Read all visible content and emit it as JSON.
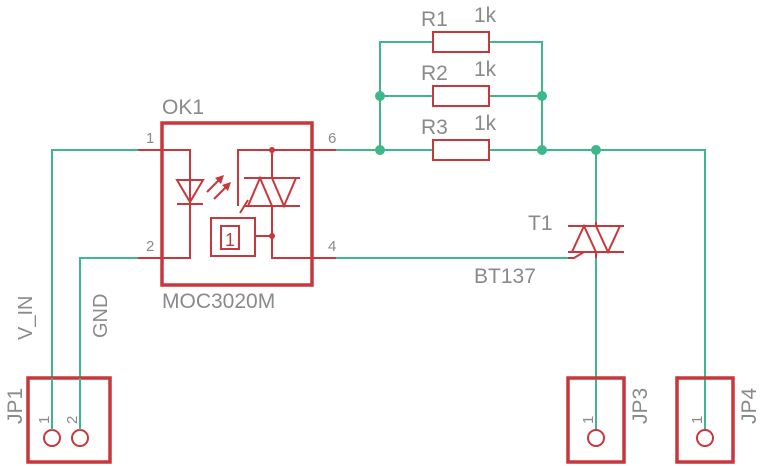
{
  "components": {
    "r1": {
      "name": "R1",
      "value": "1k"
    },
    "r2": {
      "name": "R2",
      "value": "1k"
    },
    "r3": {
      "name": "R3",
      "value": "1k"
    },
    "ok1": {
      "name": "OK1",
      "part": "MOC3020M",
      "pins": {
        "p1": "1",
        "p2": "2",
        "p6": "6",
        "p4": "4"
      },
      "zc_symbol": "1"
    },
    "t1": {
      "name": "T1",
      "part": "BT137"
    },
    "jp1": {
      "name": "JP1",
      "pin1": "1",
      "pin2": "2"
    },
    "jp3": {
      "name": "JP3",
      "pin1": "1"
    },
    "jp4": {
      "name": "JP4",
      "pin1": "1"
    }
  },
  "nets": {
    "vin": "V_IN",
    "gnd": "GND"
  },
  "colors": {
    "wire": "#3cb88a",
    "part": "#c8373c",
    "label": "#8a8a8a"
  }
}
